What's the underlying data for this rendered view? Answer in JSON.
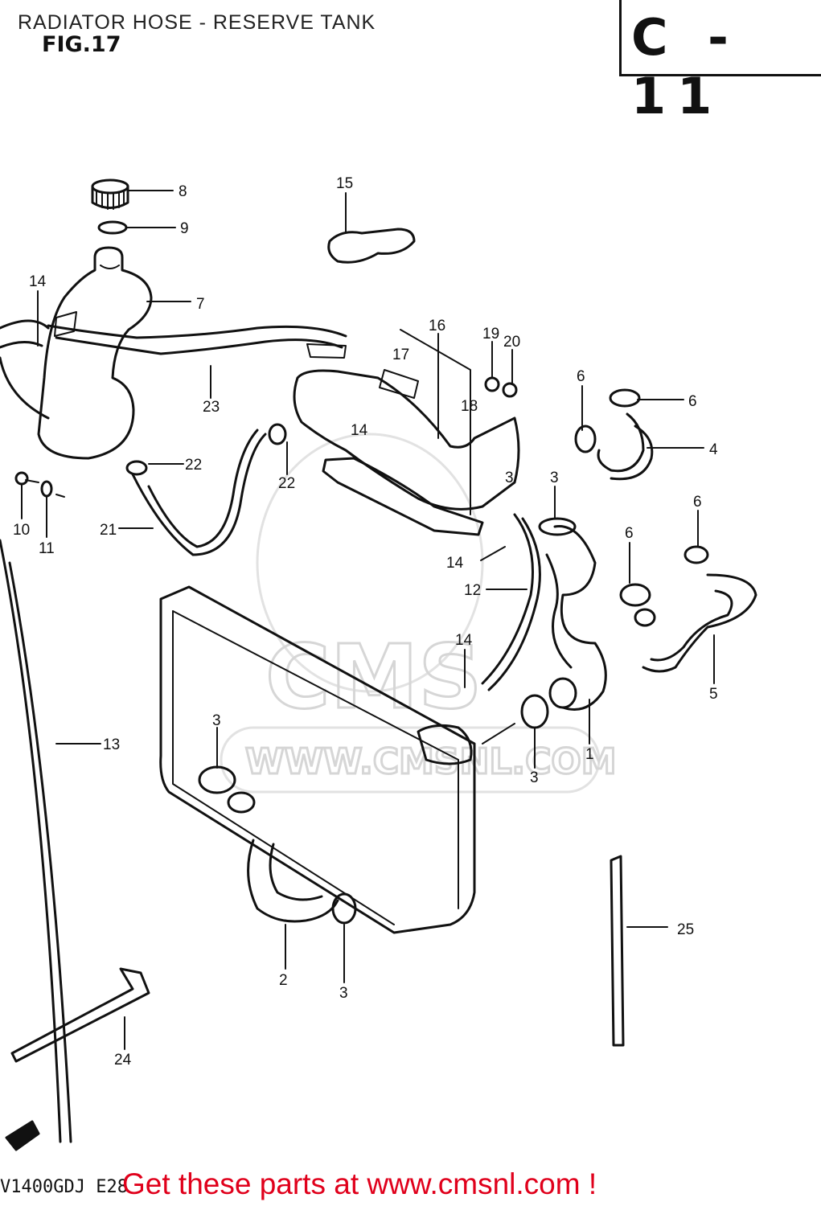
{
  "header": {
    "title": "RADIATOR HOSE - RESERVE TANK",
    "figure": "FIG.17",
    "code": "C - 11"
  },
  "footer": {
    "model": "V1400GDJ E28",
    "promo": "Get these parts at www.cmsnl.com !"
  },
  "watermark": {
    "brand": "CMS",
    "url": "WWW.CMSNL.COM"
  },
  "callouts": [
    {
      "id": "c8",
      "text": "8"
    },
    {
      "id": "c9",
      "text": "9"
    },
    {
      "id": "c15",
      "text": "15"
    },
    {
      "id": "c14a",
      "text": "14"
    },
    {
      "id": "c7",
      "text": "7"
    },
    {
      "id": "c16",
      "text": "16"
    },
    {
      "id": "c19",
      "text": "19"
    },
    {
      "id": "c20",
      "text": "20"
    },
    {
      "id": "c17",
      "text": "17"
    },
    {
      "id": "c6a",
      "text": "6"
    },
    {
      "id": "c6b",
      "text": "6"
    },
    {
      "id": "c23",
      "text": "23"
    },
    {
      "id": "c18",
      "text": "18"
    },
    {
      "id": "c14b",
      "text": "14"
    },
    {
      "id": "c4",
      "text": "4"
    },
    {
      "id": "c22a",
      "text": "22"
    },
    {
      "id": "c22b",
      "text": "22"
    },
    {
      "id": "c3a",
      "text": "3"
    },
    {
      "id": "c3b",
      "text": "3"
    },
    {
      "id": "c6c",
      "text": "6"
    },
    {
      "id": "c6d",
      "text": "6"
    },
    {
      "id": "c10",
      "text": "10"
    },
    {
      "id": "c11",
      "text": "11"
    },
    {
      "id": "c21",
      "text": "21"
    },
    {
      "id": "c14c",
      "text": "14"
    },
    {
      "id": "c12",
      "text": "12"
    },
    {
      "id": "c14d",
      "text": "14"
    },
    {
      "id": "c5",
      "text": "5"
    },
    {
      "id": "c13",
      "text": "13"
    },
    {
      "id": "c3c",
      "text": "3"
    },
    {
      "id": "c1",
      "text": "1"
    },
    {
      "id": "c3d",
      "text": "3"
    },
    {
      "id": "c25",
      "text": "25"
    },
    {
      "id": "c2",
      "text": "2"
    },
    {
      "id": "c3e",
      "text": "3"
    },
    {
      "id": "c24",
      "text": "24"
    }
  ]
}
